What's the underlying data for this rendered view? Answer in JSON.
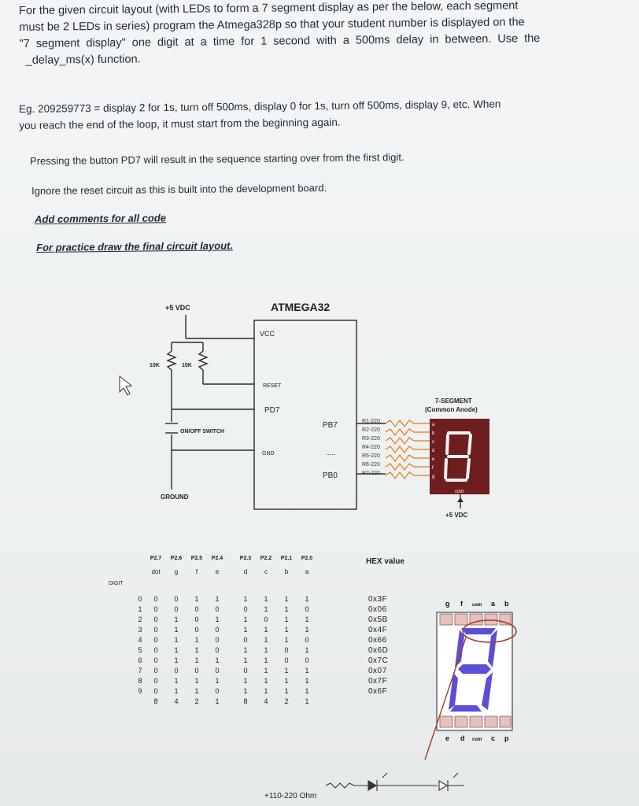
{
  "instructions": {
    "line1": "For the given circuit layout (with LEDs to form a 7 segment display as per the below, each segment",
    "line2": "must be 2 LEDs in series) program the Atmega328p so that your student number is displayed on the",
    "line3": "\"7 segment display\" one digit at a time for 1 second with a 500ms delay in between. Use the",
    "line4": "_delay_ms(x) function.",
    "example1": "Eg. 209259773 = display 2 for 1s, turn off 500ms, display 0 for 1s, turn off 500ms, display 9, etc. When",
    "example2": "you reach the end of the loop, it must start from the beginning again.",
    "button": "Pressing the button PD7 will result in the sequence starting over from the first digit.",
    "reset": "Ignore the reset circuit as this is built into the development board.",
    "comments": "Add comments for all code",
    "practice": "For practice draw the final circuit layout."
  },
  "circuit": {
    "chip": "ATMEGA32",
    "vdc_top": "+5 VDC",
    "vcc": "VCC",
    "r1": "10K",
    "r2": "10K",
    "reset": "RESET",
    "pd7": "PD7",
    "switch": "ON/OFF SWITCH",
    "gnd": "GND",
    "dots": ".....",
    "pb7": "PB7",
    "pb0": "PB0",
    "ground": "GROUND",
    "seg_title": "7-SEGMENT",
    "seg_sub": "(Common Anode)",
    "resistors": [
      "R1-220",
      "R2-220",
      "R3-220",
      "R4-220",
      "R5-220",
      "R6-220",
      "R7-220"
    ],
    "seg_letters": [
      "a",
      "b",
      "c",
      "d",
      "e",
      "f",
      "g"
    ],
    "com": "com",
    "vdc_bottom": "+5 VDC"
  },
  "table": {
    "port_headers": [
      "P2.7",
      "P2.6",
      "P2.5",
      "P2.4",
      "P2.3",
      "P2.2",
      "P2.1",
      "P2.0"
    ],
    "seg_headers": [
      "dot",
      "g",
      "f",
      "e",
      "d",
      "c",
      "b",
      "a"
    ],
    "digit_label": "DIGIT",
    "hex_label": "HEX value",
    "rows": [
      {
        "digit": "0",
        "bits": [
          "0",
          "0",
          "1",
          "1",
          "1",
          "1",
          "1",
          "1"
        ],
        "hex": "0x3F"
      },
      {
        "digit": "1",
        "bits": [
          "0",
          "0",
          "0",
          "0",
          "0",
          "1",
          "1",
          "0"
        ],
        "hex": "0x06"
      },
      {
        "digit": "2",
        "bits": [
          "0",
          "1",
          "0",
          "1",
          "1",
          "0",
          "1",
          "1"
        ],
        "hex": "0x5B"
      },
      {
        "digit": "3",
        "bits": [
          "0",
          "1",
          "0",
          "0",
          "1",
          "1",
          "1",
          "1"
        ],
        "hex": "0x4F"
      },
      {
        "digit": "4",
        "bits": [
          "0",
          "1",
          "1",
          "0",
          "0",
          "1",
          "1",
          "0"
        ],
        "hex": "0x66"
      },
      {
        "digit": "5",
        "bits": [
          "0",
          "1",
          "1",
          "0",
          "1",
          "1",
          "0",
          "1"
        ],
        "hex": "0x6D"
      },
      {
        "digit": "6",
        "bits": [
          "0",
          "1",
          "1",
          "1",
          "1",
          "1",
          "0",
          "0"
        ],
        "hex": "0x7C"
      },
      {
        "digit": "7",
        "bits": [
          "0",
          "0",
          "0",
          "0",
          "0",
          "1",
          "1",
          "1"
        ],
        "hex": "0x07"
      },
      {
        "digit": "8",
        "bits": [
          "0",
          "1",
          "1",
          "1",
          "1",
          "1",
          "1",
          "1"
        ],
        "hex": "0x7F"
      },
      {
        "digit": "9",
        "bits": [
          "0",
          "1",
          "1",
          "0",
          "1",
          "1",
          "1",
          "1"
        ],
        "hex": "0x6F"
      }
    ],
    "footer": [
      "8",
      "4",
      "2",
      "1",
      "8",
      "4",
      "2",
      "1"
    ]
  },
  "display": {
    "top_pins": [
      "g",
      "f",
      "com",
      "a",
      "b"
    ],
    "bottom_pins": [
      "e",
      "d",
      "com",
      "c",
      "p"
    ]
  },
  "led_strip": {
    "label": "+110-220 Ohm"
  }
}
